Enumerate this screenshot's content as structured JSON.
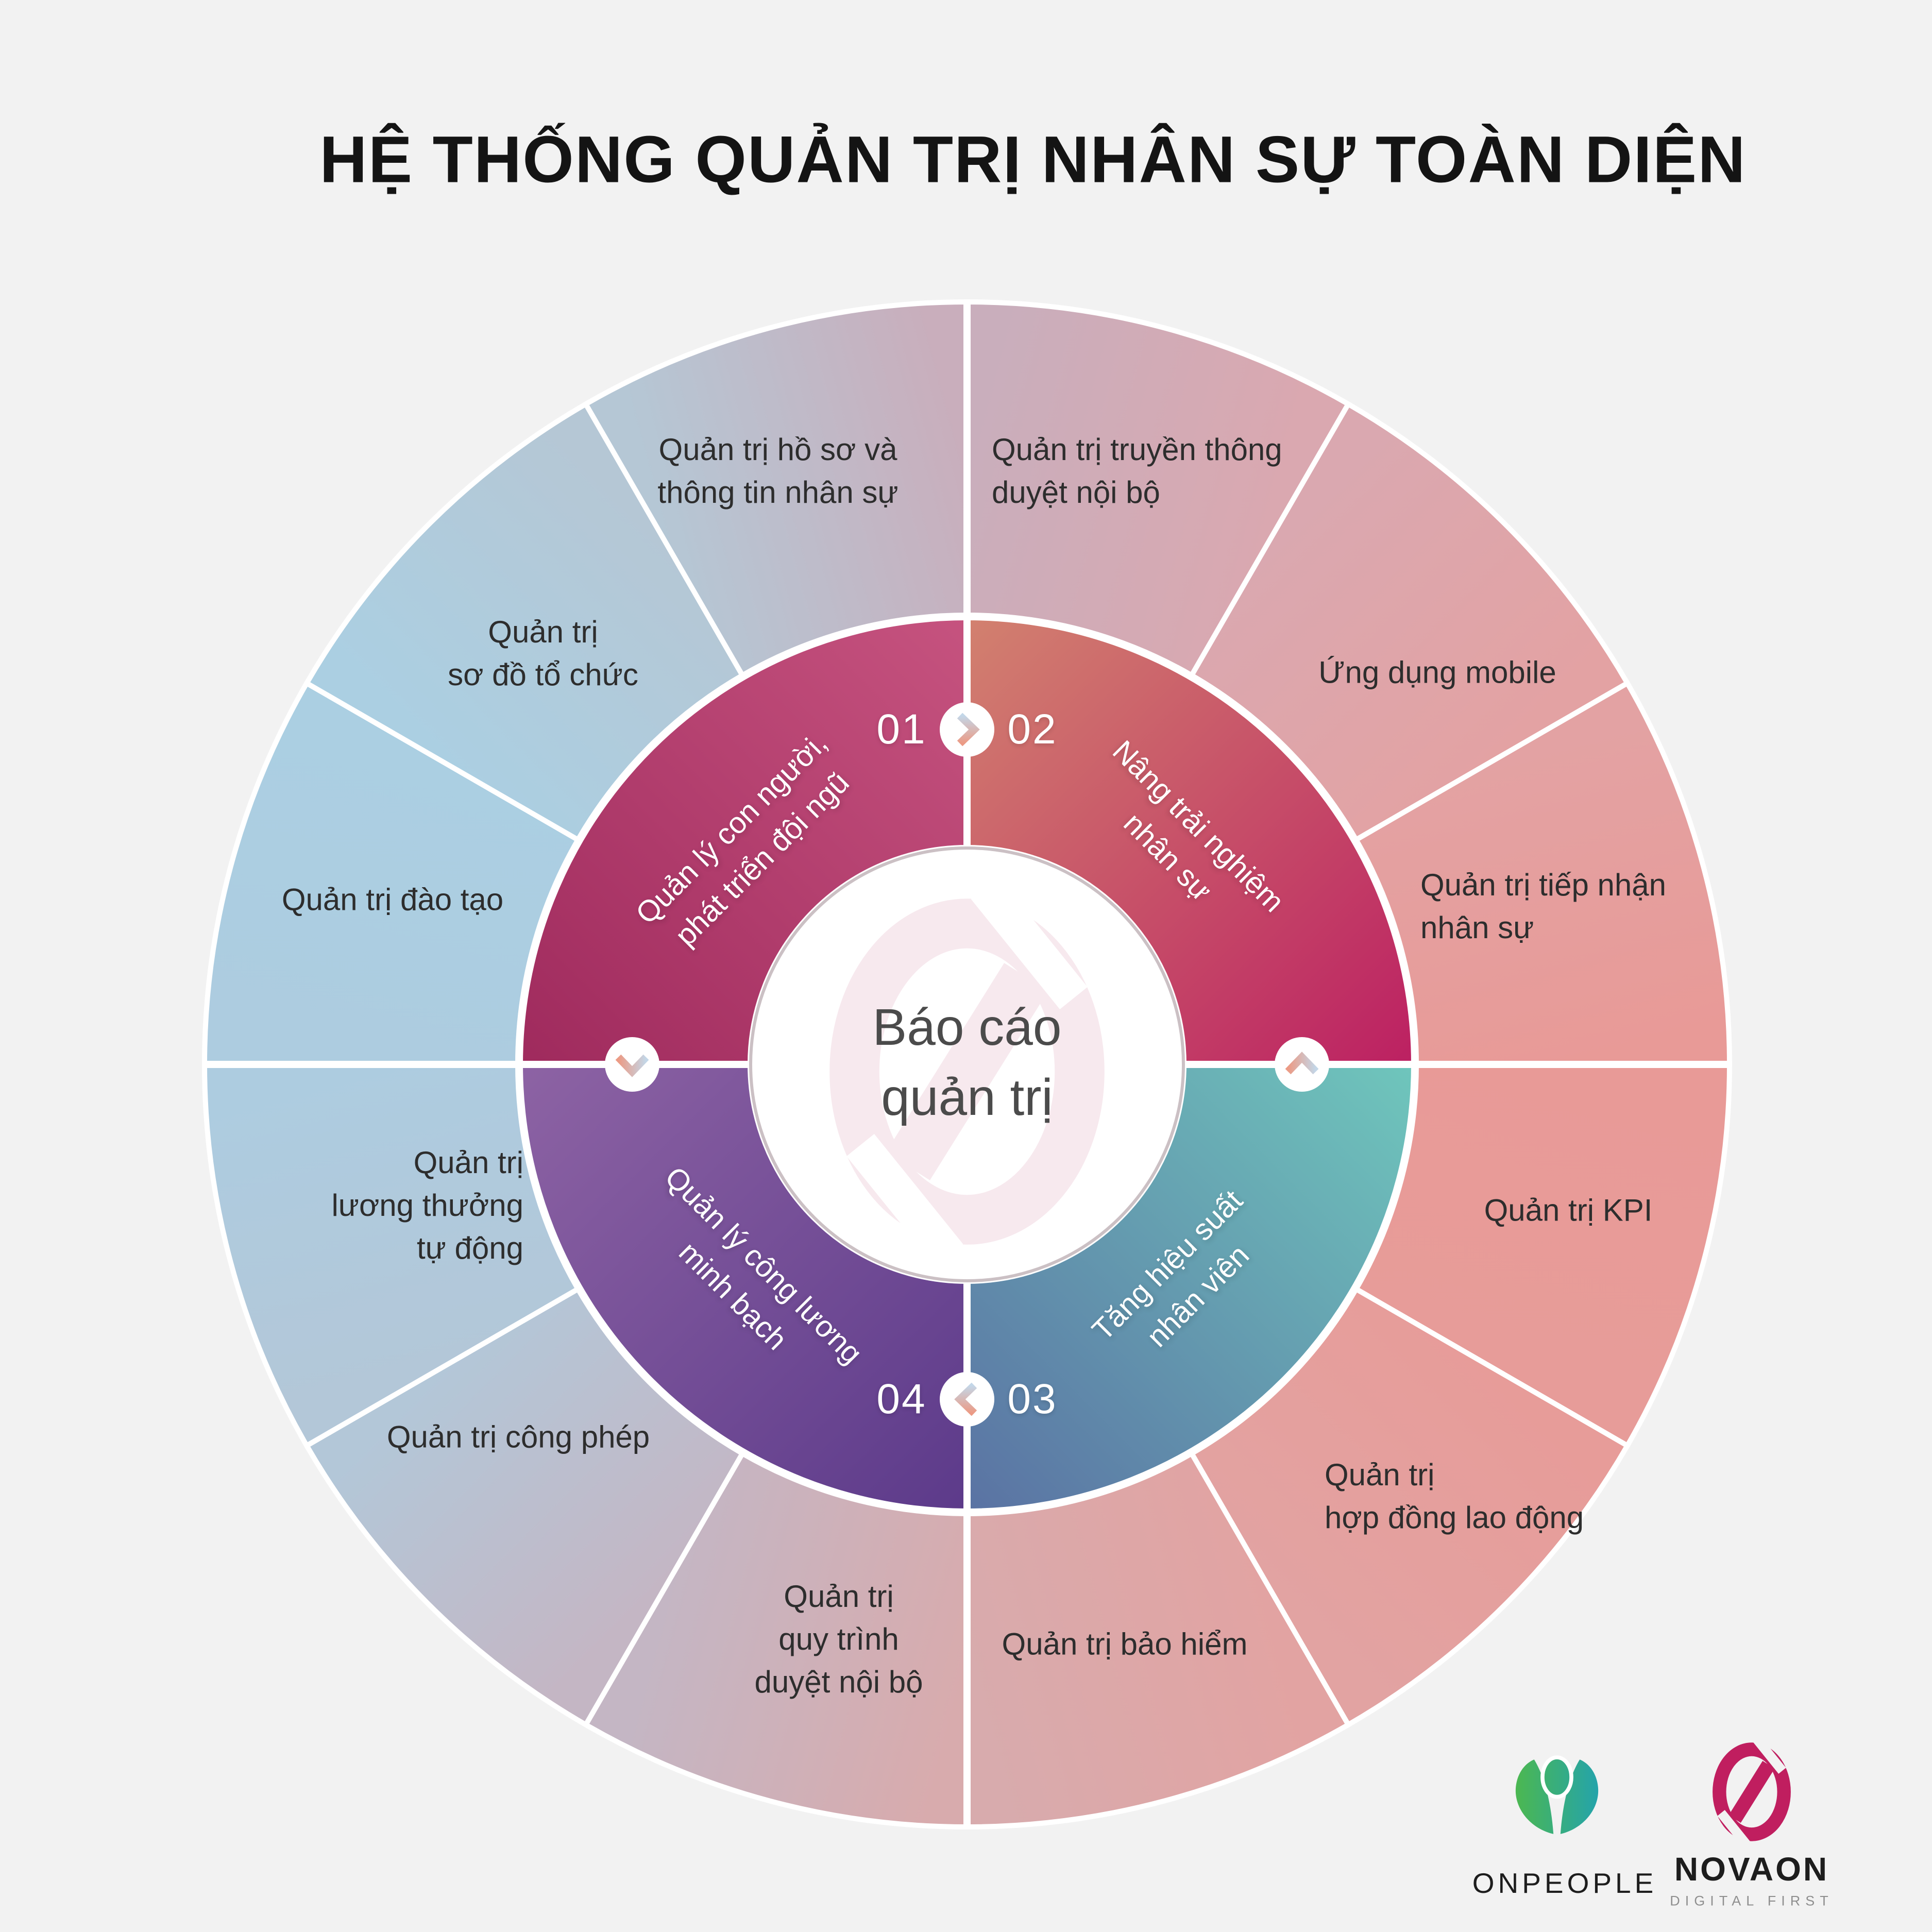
{
  "page": {
    "background": "#f2f2f2",
    "title": "HỆ THỐNG QUẢN TRỊ NHÂN SỰ TOÀN DIỆN"
  },
  "wheel": {
    "center_label": "Báo cáo\nquản trị",
    "quadrants": [
      {
        "number": "01",
        "label": "Quản lý con người,\nphát triển đội ngũ",
        "gradient": [
          "#c6537f",
          "#9f2a5d"
        ]
      },
      {
        "number": "02",
        "label": "Nâng trải nghiệm\nnhân sự",
        "gradient": [
          "#d2816f",
          "#bc2062"
        ]
      },
      {
        "number": "03",
        "label": "Tăng hiệu suất\nnhân viên",
        "gradient": [
          "#5a72a3",
          "#6fc6bc"
        ]
      },
      {
        "number": "04",
        "label": "Quản lý công lương\nminh bạch",
        "gradient": [
          "#8d63a4",
          "#5c3a8a"
        ]
      }
    ],
    "arrow_icons": [
      "chevron-right",
      "chevron-up",
      "chevron-left",
      "chevron-down"
    ],
    "outer_segments": [
      {
        "label": "Quản trị truyền thông\nduyệt nội bộ"
      },
      {
        "label": "Ứng dụng mobile"
      },
      {
        "label": "Quản trị tiếp nhận\nnhân sự"
      },
      {
        "label": "Quản trị KPI"
      },
      {
        "label": "Quản trị\nhợp đồng lao động"
      },
      {
        "label": "Quản trị bảo hiểm"
      },
      {
        "label": "Quản trị\nquy trình\nduyệt nội bộ"
      },
      {
        "label": "Quản trị công phép"
      },
      {
        "label": "Quản trị\nlương thưởng\ntự động"
      },
      {
        "label": "Quản trị đào tạo"
      },
      {
        "label": "Quản trị\nsơ đồ tổ chức"
      },
      {
        "label": "Quản trị hồ sơ và\nthông tin nhân sự"
      }
    ]
  },
  "footer": {
    "onpeople": {
      "name": "ONPEOPLE",
      "colors": [
        "#4db84e",
        "#23a3ad"
      ]
    },
    "novaon": {
      "name": "NOVAON",
      "tagline": "DIGITAL FIRST",
      "color": "#c01e5f"
    }
  }
}
